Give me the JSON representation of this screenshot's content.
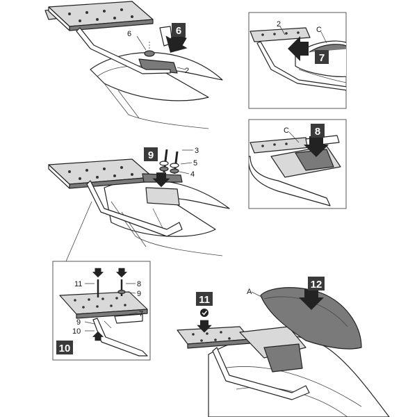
{
  "steps": {
    "s6": "6",
    "s7": "7",
    "s8": "8",
    "s9": "9",
    "s10": "10",
    "s11": "11",
    "s12": "12"
  },
  "callouts": {
    "p6_part6": "6",
    "p6_part2": "2",
    "p7_part2": "2",
    "p7_partC": "C",
    "p8_partC": "C",
    "p9_part3": "3",
    "p9_part5": "5",
    "p9_part4": "4",
    "p10_part11": "11",
    "p10_part8": "8",
    "p10_part9a": "9",
    "p10_part7": "7",
    "p10_part9b": "9",
    "p10_part10": "10",
    "p12_partA": "A"
  },
  "icons": [
    "down-arrow-icon",
    "check-circle-icon",
    "up-arrow-icon"
  ],
  "colors": {
    "step_box": "#3a3a3a",
    "step_text": "#ffffff",
    "line": "#222222",
    "part_fill": "#d9d9d9"
  }
}
